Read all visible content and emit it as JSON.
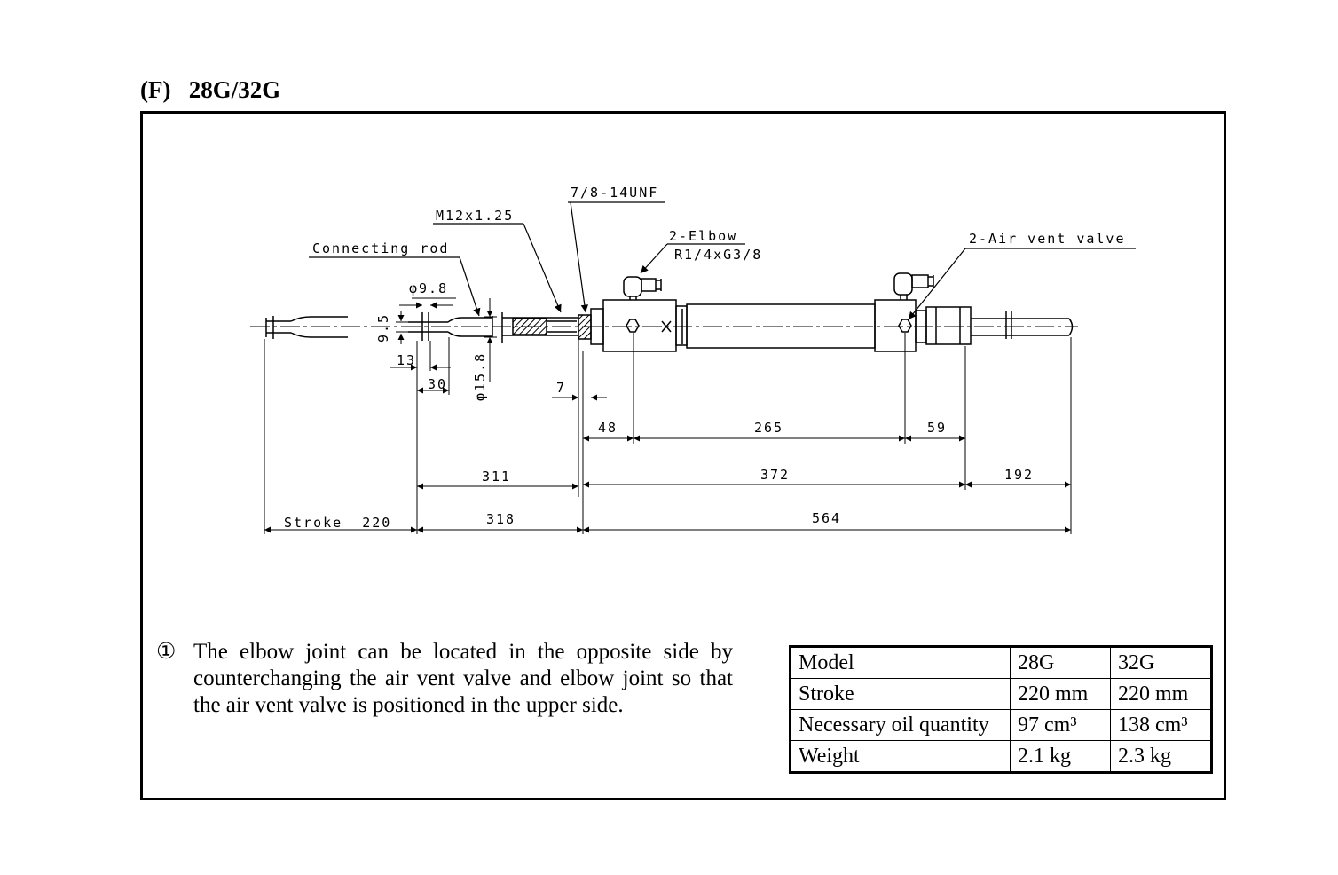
{
  "heading": {
    "label": "(F)",
    "models": "28G/32G"
  },
  "callouts": {
    "thread_unf": "7/8-14UNF",
    "thread_m12": "M12x1.25",
    "connecting_rod": "Connecting rod",
    "elbow_1": "2-Elbow",
    "elbow_2": "R1/4xG3/8",
    "air_vent": "2-Air vent valve"
  },
  "dimensions": {
    "d9_8": "φ9.8",
    "d9_5": "9.5",
    "d13": "13",
    "d30": "30",
    "d15_8": "φ15.8",
    "d7": "7",
    "d48": "48",
    "d265": "265",
    "d59": "59",
    "d311": "311",
    "d372": "372",
    "d192": "192",
    "stroke": "Stroke  220",
    "d318": "318",
    "d564": "564"
  },
  "note": {
    "number": "①",
    "text": "The elbow joint can be located in the opposite side by counterchanging the air vent valve and elbow joint so that the air vent valve is positioned in the upper side."
  },
  "spec_table": {
    "header": [
      "Model",
      "28G",
      "32G"
    ],
    "rows": [
      [
        "Stroke",
        "220 mm",
        "220 mm"
      ],
      [
        "Necessary oil quantity",
        "97 cm³",
        "138 cm³"
      ],
      [
        "Weight",
        "2.1 kg",
        "2.3 kg"
      ]
    ]
  }
}
